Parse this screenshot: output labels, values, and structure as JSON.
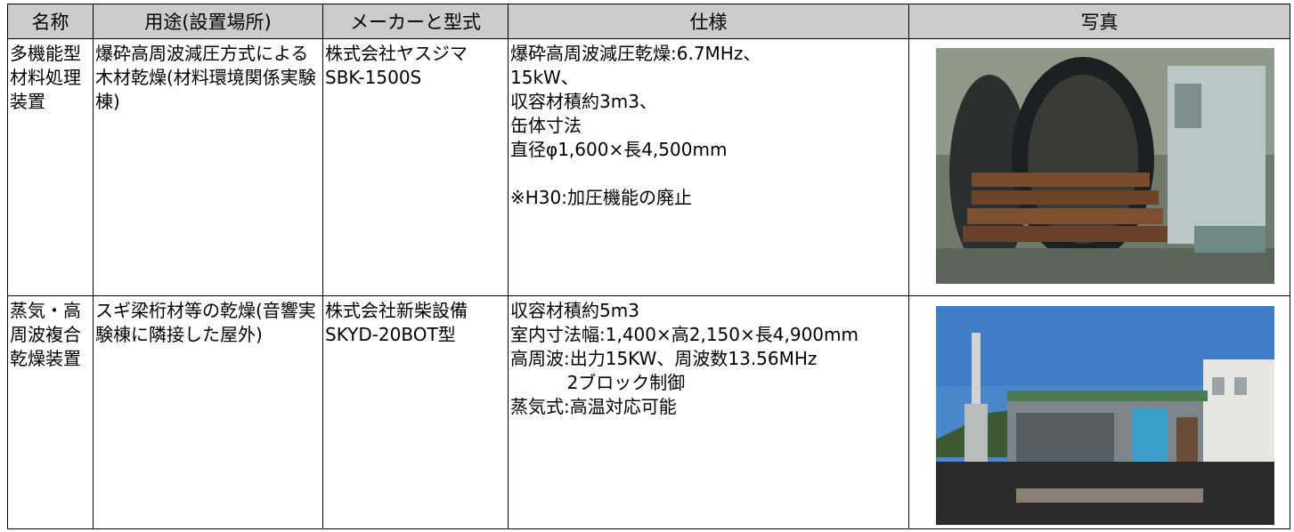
{
  "headers": {
    "name": "名称",
    "purpose": "用途(設置場所)",
    "maker": "メーカーと型式",
    "spec": "仕様",
    "photo": "写真"
  },
  "rows": [
    {
      "name": "多機能型材料処理装置",
      "purpose": "爆砕高周波減圧方式による木材乾燥(材料環境関係実験棟)",
      "maker": "株式会社ヤスジマ\nSBK-1500S",
      "spec": "爆砕高周波減圧乾燥:6.7MHz、\n15kW、\n収容材積約3m3、\n缶体寸法\n直径φ1,600×長4,500mm\n\n※H30:加圧機能の廃止",
      "photo_icon": "wood-drying-autoclave-photo"
    },
    {
      "name": "蒸気・高周波複合乾燥装置",
      "purpose": "スギ梁桁材等の乾燥(音響実験棟に隣接した屋外)",
      "maker": "株式会社新柴設備\nSKYD-20BOT型",
      "spec": "収容材積約5m3\n室内寸法幅:1,400×高2,150×長4,900mm\n高周波:出力15KW、周波数13.56MHz\n          2ブロック制御\n蒸気式:高温対応可能",
      "photo_icon": "steam-hf-dryer-building-photo"
    }
  ]
}
